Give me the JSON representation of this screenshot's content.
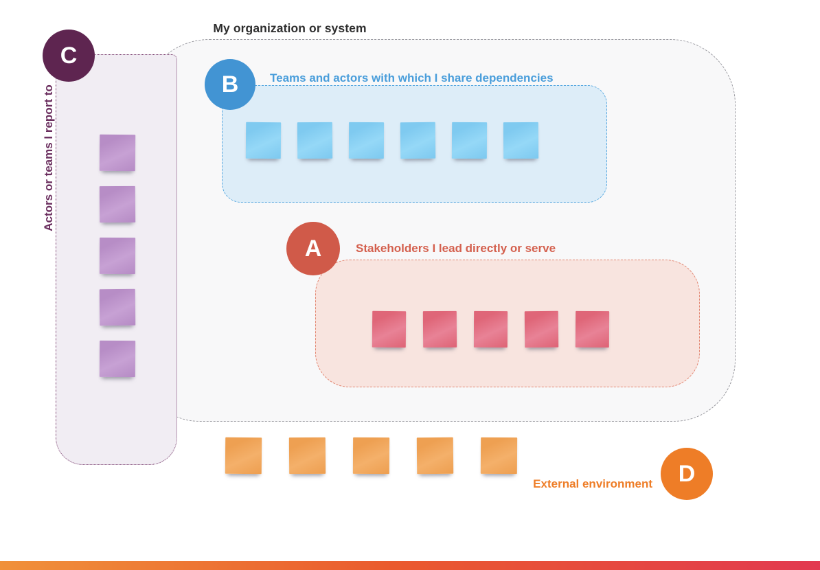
{
  "title": "My organization or system",
  "org": {
    "fill": "#f8f8f9",
    "border_color": "#9a9aa0",
    "title_color": "#2e2e2e"
  },
  "sections": {
    "a": {
      "letter": "A",
      "label": "Stakeholders I lead directly or serve",
      "circle_color": "#d05a49",
      "label_color": "#d4604e",
      "region_fill": "#f8e4df",
      "region_border": "#e2846f",
      "sticky_count": 5,
      "sticky_color": "#df6678",
      "sticky_color_light": "#e88296"
    },
    "b": {
      "letter": "B",
      "label": "Teams and actors with which I share dependencies",
      "circle_color": "#4294d3",
      "label_color": "#4a9edb",
      "region_fill": "#ddedf8",
      "region_border": "#57a8e0",
      "sticky_count": 6,
      "sticky_color": "#7fcaf0",
      "sticky_color_light": "#95d8f7"
    },
    "c": {
      "letter": "C",
      "label": "Actors or teams I report to",
      "circle_color": "#5e2550",
      "label_color": "#6b2f5f",
      "region_fill": "#f1edf3",
      "region_border": "#7a3f6f",
      "sticky_count": 5,
      "sticky_color": "#b78dc6",
      "sticky_color_light": "#c7a1d4"
    },
    "d": {
      "letter": "D",
      "label": "External environment",
      "circle_color": "#ee7d27",
      "label_color": "#ee7d27",
      "sticky_count": 5,
      "sticky_color": "#eea052",
      "sticky_color_light": "#f4b06a"
    }
  },
  "footer_gradient": {
    "left": "#f0913a",
    "mid": "#ea5a2e",
    "right": "#e23950"
  }
}
